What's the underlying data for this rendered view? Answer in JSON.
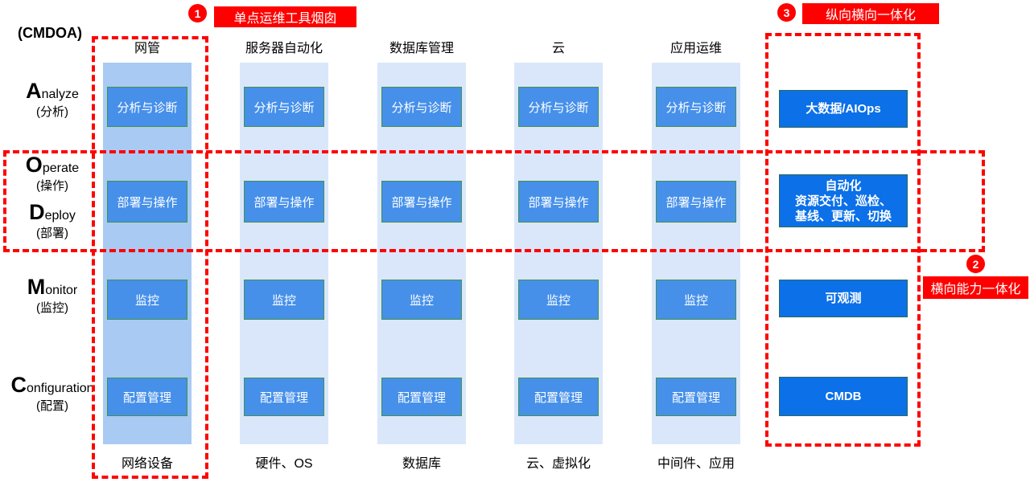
{
  "framework_label": "(CMDOA)",
  "rows": [
    {
      "letter": "A",
      "rest": "nalyze",
      "cn": "(分析)"
    },
    {
      "letter": "O",
      "rest": "perate",
      "cn": "(操作)"
    },
    {
      "letter": "D",
      "rest": "eploy",
      "cn": "(部署)"
    },
    {
      "letter": "M",
      "rest": "onitor",
      "cn": "(监控)"
    },
    {
      "letter": "C",
      "rest": "onfiguration",
      "cn": "(配置)"
    }
  ],
  "columns": [
    {
      "header": "网管",
      "footer": "网络设备",
      "boxes": [
        "分析与诊断",
        "部署与操作",
        "监控",
        "配置管理"
      ]
    },
    {
      "header": "服务器自动化",
      "footer": "硬件、OS",
      "boxes": [
        "分析与诊断",
        "部署与操作",
        "监控",
        "配置管理"
      ]
    },
    {
      "header": "数据库管理",
      "footer": "数据库",
      "boxes": [
        "分析与诊断",
        "部署与操作",
        "监控",
        "配置管理"
      ]
    },
    {
      "header": "云",
      "footer": "云、虚拟化",
      "boxes": [
        "分析与诊断",
        "部署与操作",
        "监控",
        "配置管理"
      ]
    },
    {
      "header": "应用运维",
      "footer": "中间件、应用",
      "boxes": [
        "分析与诊断",
        "部署与操作",
        "监控",
        "配置管理"
      ]
    }
  ],
  "integrated_boxes": [
    {
      "lines": [
        "大数据/AIOps"
      ]
    },
    {
      "lines": [
        "自动化",
        "资源交付、巡检、",
        "基线、更新、切换"
      ]
    },
    {
      "lines": [
        "可观测"
      ]
    },
    {
      "lines": [
        "CMDB"
      ]
    }
  ],
  "annotations": [
    {
      "num": "1",
      "label": "单点运维工具烟囱"
    },
    {
      "num": "2",
      "label": "横向能力一体化"
    },
    {
      "num": "3",
      "label": "纵向横向一体化"
    }
  ],
  "colors": {
    "annotation_red": "#FF0000",
    "column1_background": "#A9CAF3",
    "column_background": "#DAE7FB",
    "cell_blue": "#4690EA",
    "cell_border_green": "#43914C",
    "integrated_blue": "#0C70E8",
    "integrated_border": "#2B6B5A",
    "text_white": "#FFFFFF",
    "text_black": "#000000"
  }
}
